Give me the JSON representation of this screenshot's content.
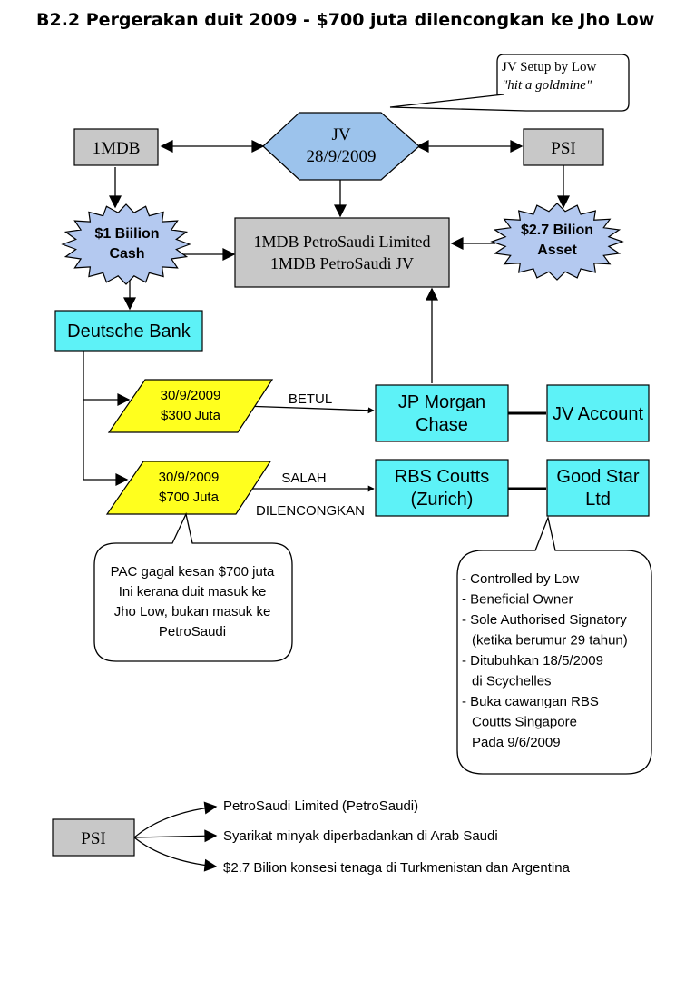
{
  "title": "B2.2 Pergerakan duit 2009 - $700 juta dilencongkan ke Jho Low",
  "callouts": {
    "jv_setup": [
      "JV Setup by Low",
      "\"hit a goldmine\""
    ],
    "pac": [
      "PAC gagal kesan $700 juta",
      "Ini kerana duit masuk ke",
      "Jho Low, bukan masuk ke",
      "PetroSaudi"
    ],
    "good_star_notes": [
      "- Controlled by Low",
      "- Beneficial Owner",
      "- Sole Authorised Signatory",
      "  (ketika berumur 29 tahun)",
      "- Ditubuhkan 18/5/2009",
      "  di Scychelles",
      "- Buka cawangan RBS",
      "  Coutts Singapore",
      "  Pada 9/6/2009"
    ]
  },
  "nodes": {
    "mdb": "1MDB",
    "jv": [
      "JV",
      "28/9/2009"
    ],
    "psi": "PSI",
    "cash": [
      "$1 Biilion",
      "Cash"
    ],
    "asset": [
      "$2.7 Bilion",
      "Asset"
    ],
    "petrosaudi_jv": [
      "1MDB PetroSaudi Limited",
      "1MDB PetroSaudi JV"
    ],
    "deutsche": "Deutsche Bank",
    "transfer_300": [
      "30/9/2009",
      "$300 Juta"
    ],
    "transfer_700": [
      "30/9/2009",
      "$700 Juta"
    ],
    "jp_morgan": [
      "JP Morgan",
      "Chase"
    ],
    "jv_account": "JV Account",
    "rbs": [
      "RBS Coutts",
      "(Zurich)"
    ],
    "good_star": [
      "Good Star",
      "Ltd"
    ]
  },
  "edge_labels": {
    "betul": "BETUL",
    "salah": "SALAH",
    "dilencongkan": "DILENCONGKAN"
  },
  "legend": {
    "psi": "PSI",
    "items": [
      "PetroSaudi Limited (PetroSaudi)",
      "Syarikat minyak diperbadankan di Arab Saudi",
      "$2.7 Bilion konsesi tenaga di Turkmenistan dan Argentina"
    ]
  },
  "colors": {
    "grey_box": "#c8c8c8",
    "blue_hex": "#9cc3ec",
    "cyan_box": "#5df2f7",
    "burst": "#b4c9f0",
    "yellow": "#ffff1e",
    "line": "#000000"
  }
}
